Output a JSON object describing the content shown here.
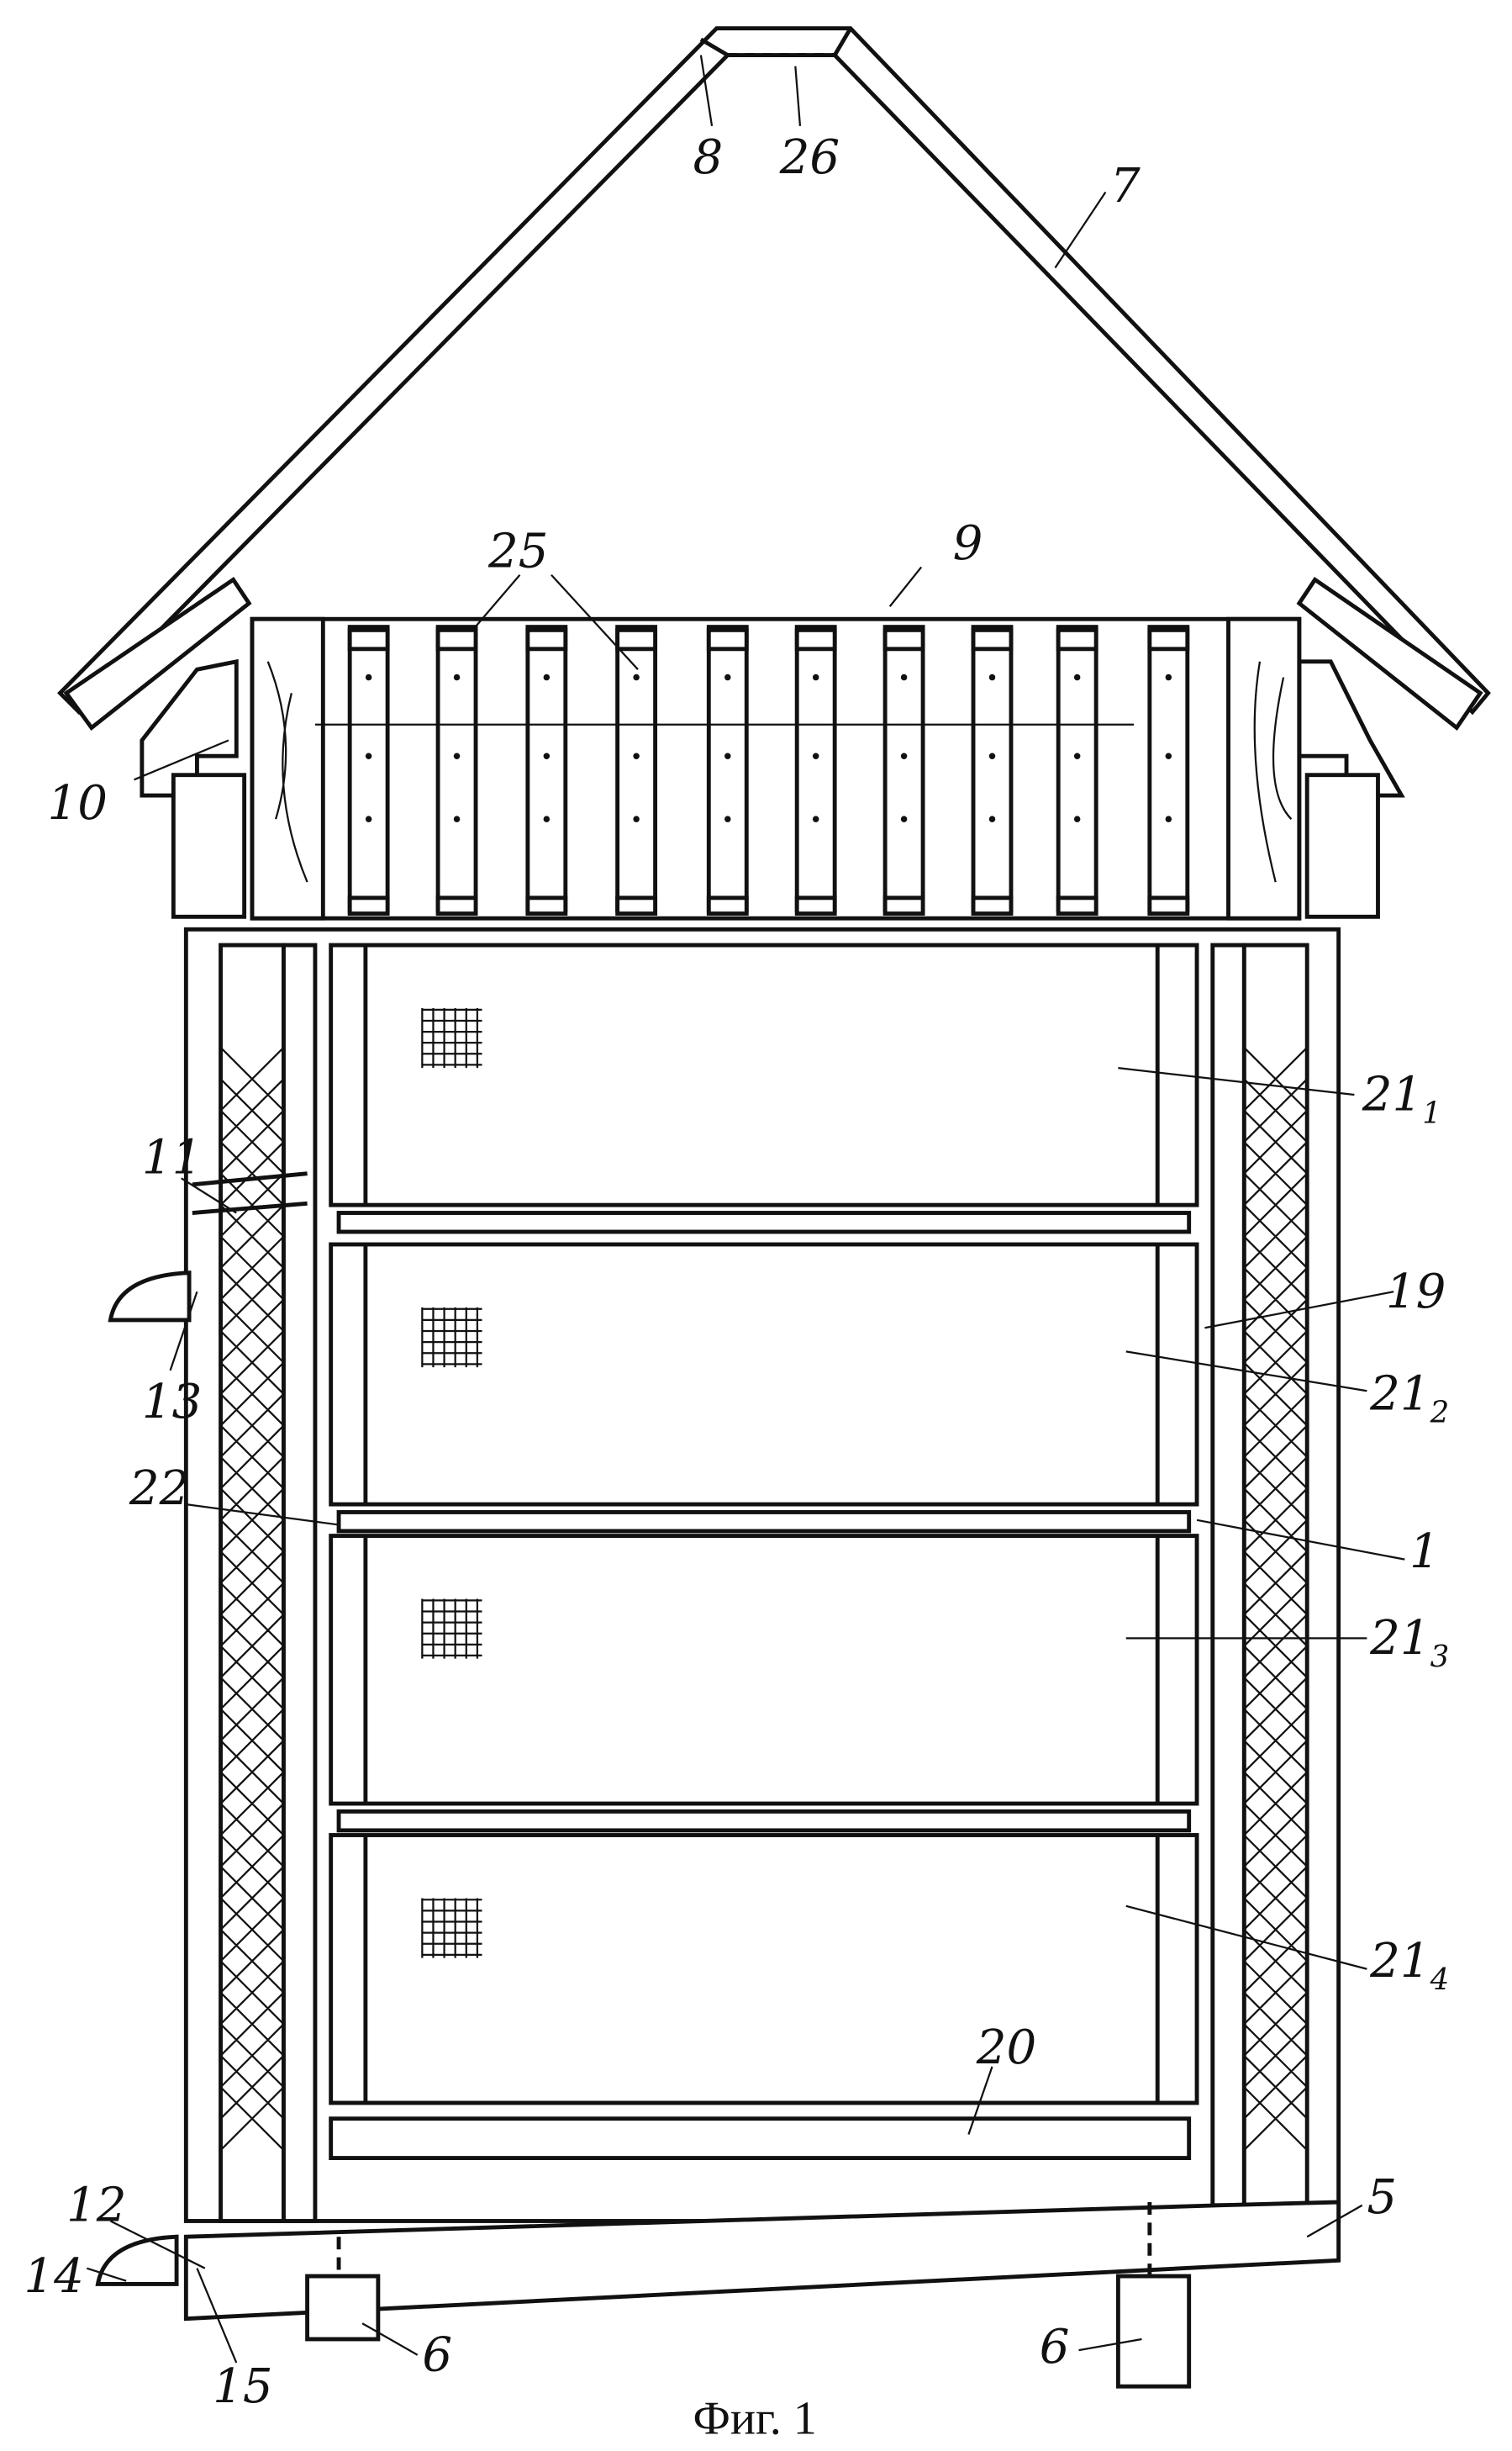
{
  "figure": {
    "caption": "Фиг. 1",
    "labels": {
      "l8": "8",
      "l26": "26",
      "l7": "7",
      "l25": "25",
      "l9": "9",
      "l10": "10",
      "l21_1": "21",
      "l21_1_sub": "1",
      "l11": "11",
      "l13": "13",
      "l19": "19",
      "l21_2": "21",
      "l21_2_sub": "2",
      "l22": "22",
      "l1": "1",
      "l21_3": "21",
      "l21_3_sub": "3",
      "l21_4": "21",
      "l21_4_sub": "4",
      "l20": "20",
      "l12": "12",
      "l5": "5",
      "l14": "14",
      "l15": "15",
      "l6a": "6",
      "l6b": "6"
    }
  }
}
